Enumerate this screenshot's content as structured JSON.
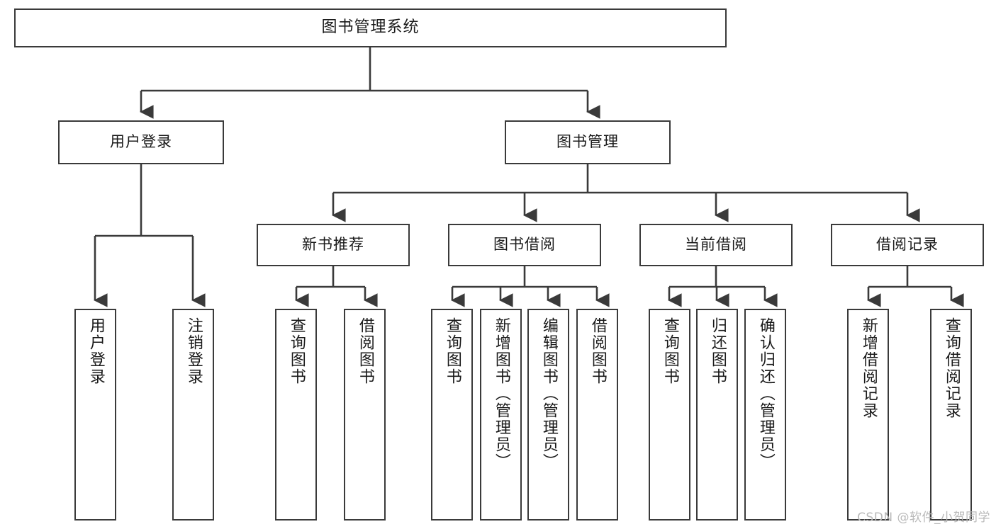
{
  "diagram": {
    "title": "图书管理系统",
    "type": "tree",
    "root": {
      "label": "图书管理系统"
    },
    "level1": [
      {
        "label": "用户登录"
      },
      {
        "label": "图书管理"
      }
    ],
    "level2": [
      {
        "label": "新书推荐"
      },
      {
        "label": "图书借阅"
      },
      {
        "label": "当前借阅"
      },
      {
        "label": "借阅记录"
      }
    ],
    "leaves": {
      "user_login": [
        {
          "label": "用户登录"
        },
        {
          "label": "注销登录"
        }
      ],
      "new_book_recommend": [
        {
          "label": "查询图书"
        },
        {
          "label": "借阅图书"
        }
      ],
      "book_borrow": [
        {
          "label": "查询图书"
        },
        {
          "label": "新增图书（管理员）"
        },
        {
          "label": "编辑图书（管理员）"
        },
        {
          "label": "借阅图书"
        }
      ],
      "current_borrow": [
        {
          "label": "查询图书"
        },
        {
          "label": "归还图书"
        },
        {
          "label": "确认归还（管理员）"
        }
      ],
      "borrow_record": [
        {
          "label": "新增借阅记录"
        },
        {
          "label": "查询借阅记录"
        }
      ]
    },
    "watermark": "CSDN @软件_小贺同学",
    "colors": {
      "stroke": "#3a3a3a",
      "fill": "#ffffff",
      "text": "#1a1a1a",
      "watermark": "#b9b9b9"
    }
  }
}
